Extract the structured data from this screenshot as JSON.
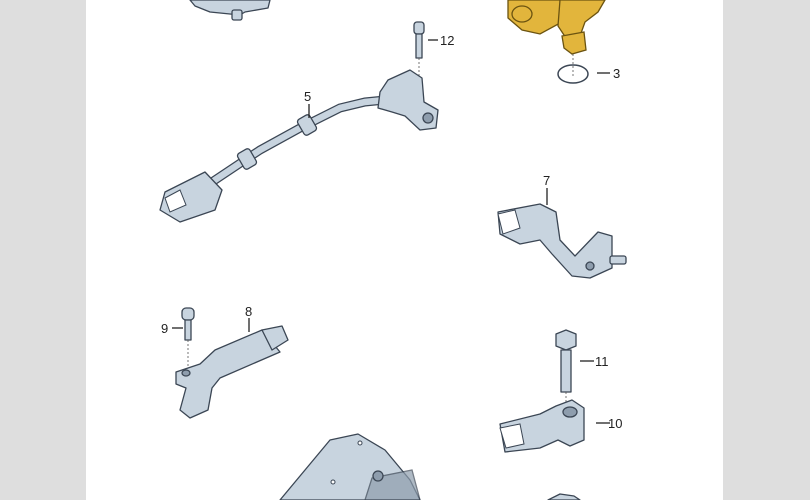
{
  "diagram": {
    "title": "Sensor parts exploded view",
    "callouts": [
      {
        "id": "label-12",
        "text": "12"
      },
      {
        "id": "label-3",
        "text": "3"
      },
      {
        "id": "label-5",
        "text": "5"
      },
      {
        "id": "label-7",
        "text": "7"
      },
      {
        "id": "label-8",
        "text": "8"
      },
      {
        "id": "label-9",
        "text": "9"
      },
      {
        "id": "label-11",
        "text": "11"
      },
      {
        "id": "label-10",
        "text": "10"
      }
    ],
    "colors": {
      "part": "#c8d4df",
      "gold_part": "#e2b53c",
      "background": "#ffffff",
      "margin": "#dedede"
    }
  }
}
